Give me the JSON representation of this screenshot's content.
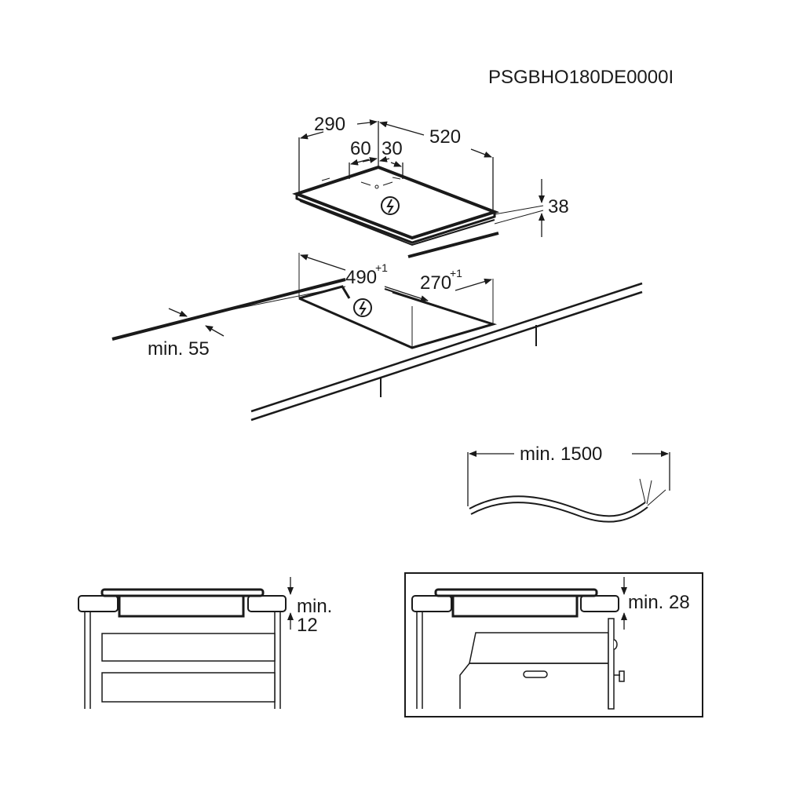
{
  "document_code": "PSGBHO180DE0000I",
  "hob_dimensions": {
    "depth": "290",
    "width": "520",
    "offset_left": "60",
    "offset_right": "30",
    "height": "38"
  },
  "cutout_dimensions": {
    "width": "490",
    "width_tolerance": "+1",
    "depth": "270",
    "depth_tolerance": "+1",
    "min_front_distance": "min. 55"
  },
  "cable": {
    "min_length": "min. 1500"
  },
  "installation_drawer": {
    "label_line1": "min.",
    "label_line2": "12"
  },
  "installation_oven": {
    "label": "min. 28"
  },
  "colors": {
    "line": "#1a1a1a",
    "background": "#ffffff"
  }
}
